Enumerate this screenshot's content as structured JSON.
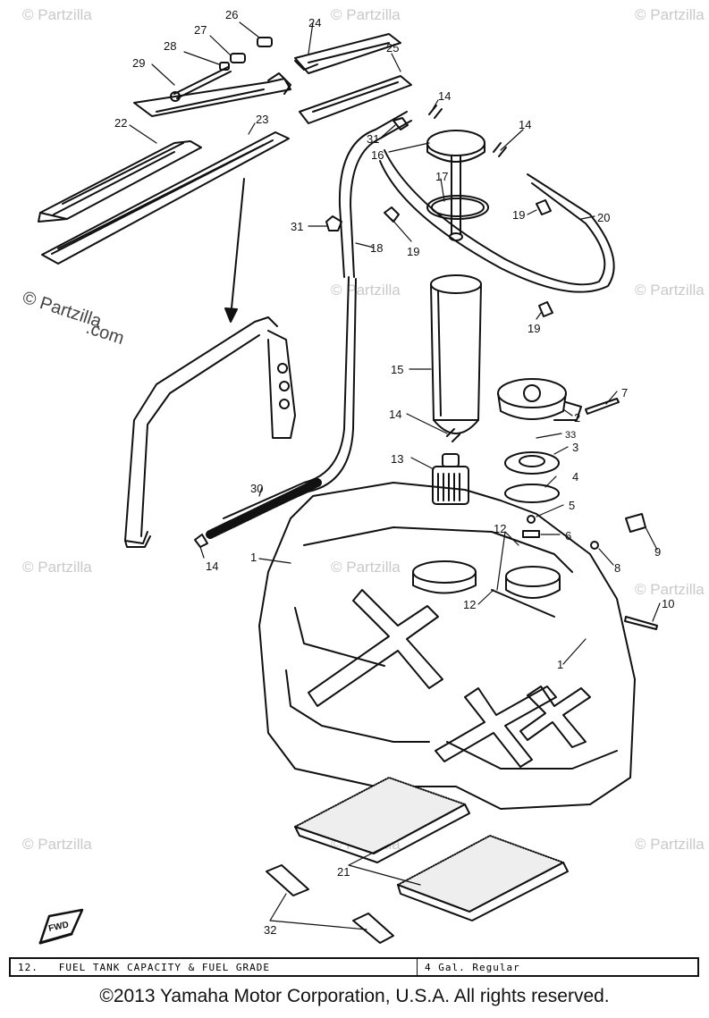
{
  "watermark": {
    "short": "© Partzilla",
    "brand_line1": "© Partzilla",
    "brand_line2": ".com"
  },
  "callouts": [
    {
      "id": "c26",
      "text": "26"
    },
    {
      "id": "c24",
      "text": "24"
    },
    {
      "id": "c27",
      "text": "27"
    },
    {
      "id": "c28",
      "text": "28"
    },
    {
      "id": "c25",
      "text": "25"
    },
    {
      "id": "c29",
      "text": "29"
    },
    {
      "id": "c14a",
      "text": "14"
    },
    {
      "id": "c14b",
      "text": "14"
    },
    {
      "id": "c31a",
      "text": "31"
    },
    {
      "id": "c22",
      "text": "22"
    },
    {
      "id": "c23",
      "text": "23"
    },
    {
      "id": "c16",
      "text": "16"
    },
    {
      "id": "c17",
      "text": "17"
    },
    {
      "id": "c19a",
      "text": "19"
    },
    {
      "id": "c20",
      "text": "20"
    },
    {
      "id": "c31b",
      "text": "31"
    },
    {
      "id": "c18",
      "text": "18"
    },
    {
      "id": "c19b",
      "text": "19"
    },
    {
      "id": "c19c",
      "text": "19"
    },
    {
      "id": "c15",
      "text": "15"
    },
    {
      "id": "c7",
      "text": "7"
    },
    {
      "id": "c2",
      "text": "2"
    },
    {
      "id": "c14c",
      "text": "14"
    },
    {
      "id": "c33",
      "text": "33"
    },
    {
      "id": "c3",
      "text": "3"
    },
    {
      "id": "c13",
      "text": "13"
    },
    {
      "id": "c4",
      "text": "4"
    },
    {
      "id": "c30",
      "text": "30"
    },
    {
      "id": "c5",
      "text": "5"
    },
    {
      "id": "c12a",
      "text": "12"
    },
    {
      "id": "c6",
      "text": "6"
    },
    {
      "id": "c9",
      "text": "9"
    },
    {
      "id": "c14d",
      "text": "14"
    },
    {
      "id": "c1a",
      "text": "1"
    },
    {
      "id": "c8",
      "text": "8"
    },
    {
      "id": "c12b",
      "text": "12"
    },
    {
      "id": "c10",
      "text": "10"
    },
    {
      "id": "c1b",
      "text": "1"
    },
    {
      "id": "c21",
      "text": "21"
    },
    {
      "id": "c32",
      "text": "32"
    }
  ],
  "fwd": "FWD",
  "spec": {
    "item": "12.",
    "label": "FUEL TANK CAPACITY & FUEL GRADE",
    "value": "4 Gal. Regular"
  },
  "copyright": "©2013 Yamaha Motor Corporation, U.S.A. All rights reserved."
}
